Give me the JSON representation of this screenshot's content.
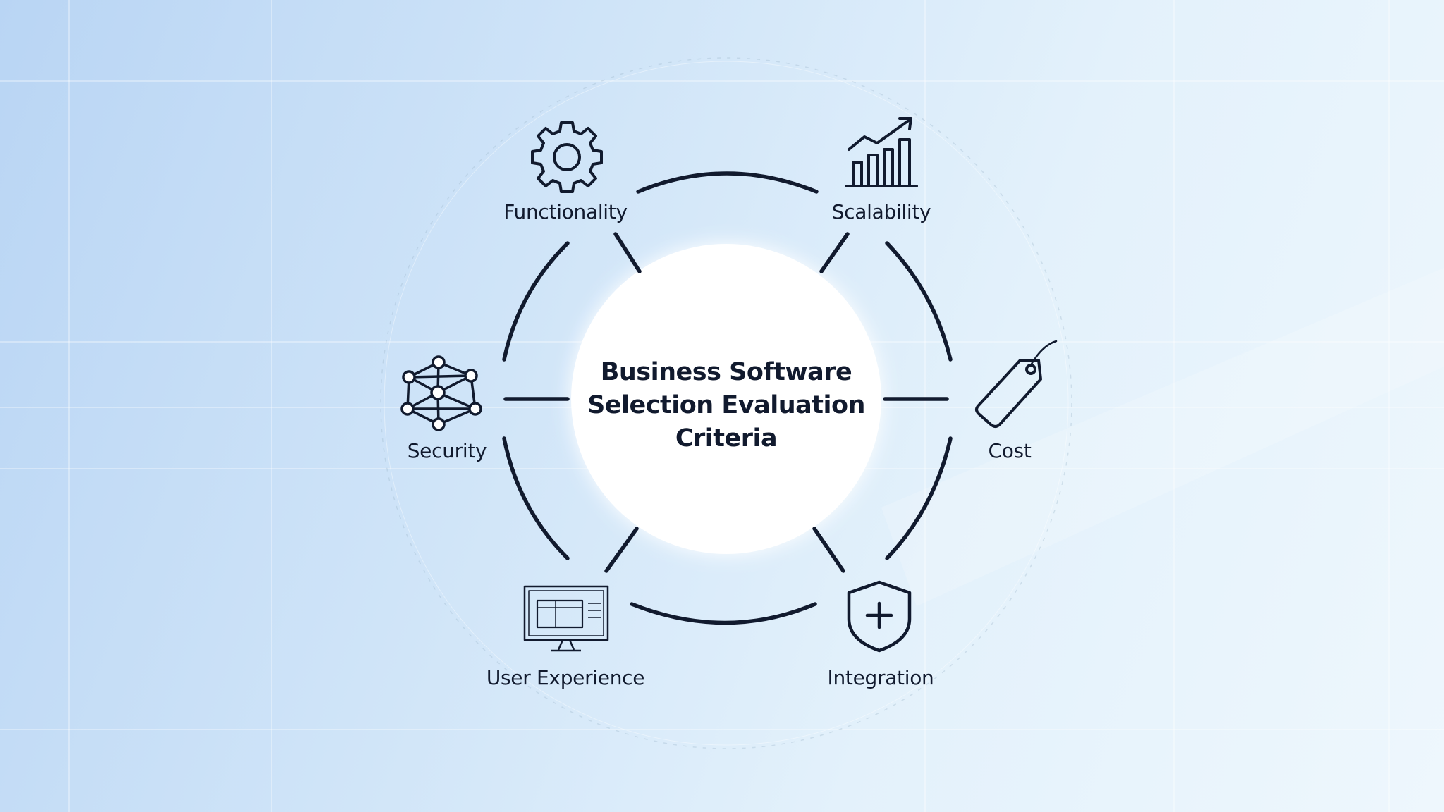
{
  "diagram": {
    "title_lines": [
      "Business Software",
      "Selection Evaluation",
      "Criteria"
    ],
    "criteria": [
      {
        "label": "Functionality",
        "icon": "gear-icon"
      },
      {
        "label": "Scalability",
        "icon": "growth-chart-icon"
      },
      {
        "label": "Cost",
        "icon": "price-tag-icon"
      },
      {
        "label": "Integration",
        "icon": "shield-plus-icon"
      },
      {
        "label": "User Experience",
        "icon": "monitor-icon"
      },
      {
        "label": "Security",
        "icon": "network-icon"
      }
    ]
  },
  "colors": {
    "ink": "#111a2e",
    "center_fill": "#ffffff",
    "background_left": "#b9d5f4",
    "background_right": "#eef7fd"
  }
}
